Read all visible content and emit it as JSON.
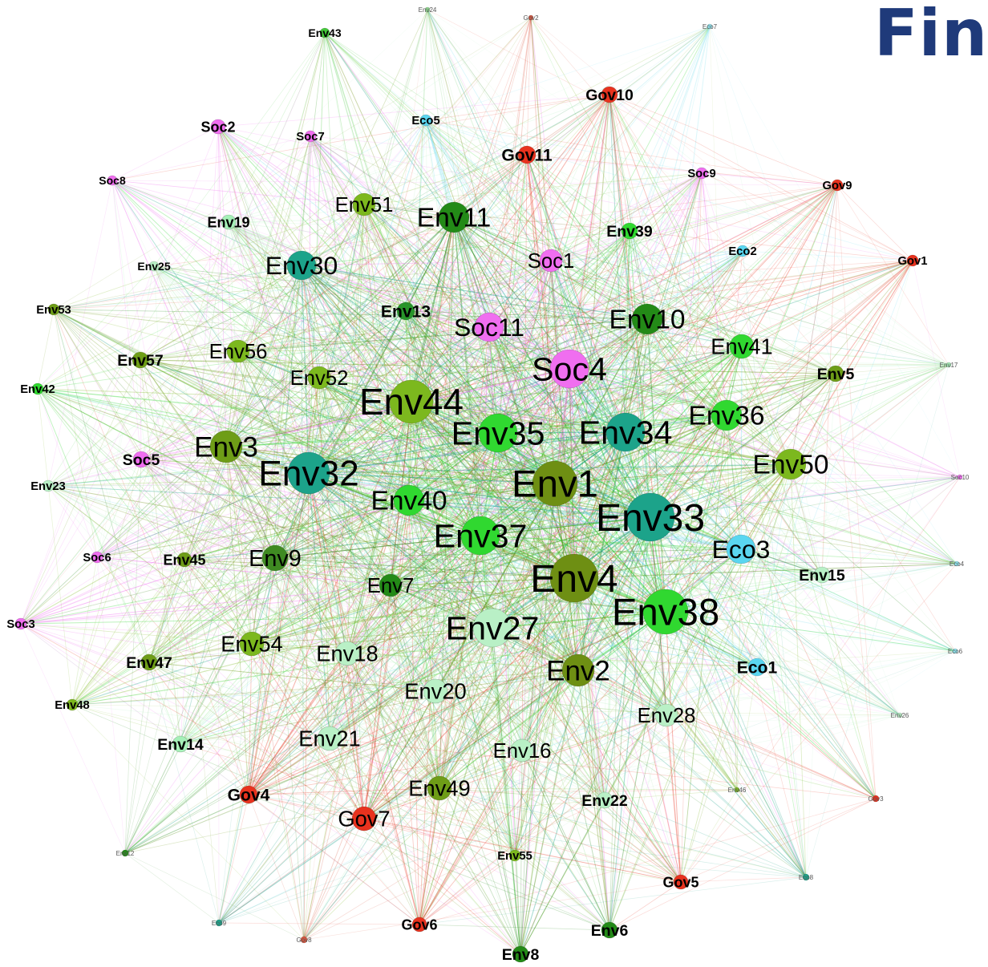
{
  "heading": "Fin",
  "colors": {
    "soc": "#f06ef0",
    "gov": "#e8321e",
    "eco": "#5ad6f0"
  },
  "nodes": [
    {
      "id": "Env43",
      "c": "#44c83a",
      "r": 6
    },
    {
      "id": "Env24",
      "c": "#8fdc8f",
      "r": 3
    },
    {
      "id": "Gov2",
      "c": "#d9553e",
      "r": 3
    },
    {
      "id": "Eco7",
      "c": "#8fe4ef",
      "r": 3
    },
    {
      "id": "Gov10",
      "c": "#e8321e",
      "r": 10
    },
    {
      "id": "Soc2",
      "c": "#f06ef0",
      "r": 9
    },
    {
      "id": "Soc7",
      "c": "#f06ef0",
      "r": 7
    },
    {
      "id": "Eco5",
      "c": "#5ad6f0",
      "r": 7
    },
    {
      "id": "Gov11",
      "c": "#e8321e",
      "r": 11
    },
    {
      "id": "Soc8",
      "c": "#f06ef0",
      "r": 6
    },
    {
      "id": "Soc9",
      "c": "#f06ef0",
      "r": 7
    },
    {
      "id": "Gov9",
      "c": "#e8321e",
      "r": 7
    },
    {
      "id": "Env51",
      "c": "#7cb81e",
      "r": 14
    },
    {
      "id": "Env11",
      "c": "#238a17",
      "r": 19
    },
    {
      "id": "Env19",
      "c": "#a6f0b8",
      "r": 9
    },
    {
      "id": "Env39",
      "c": "#30d830",
      "r": 10
    },
    {
      "id": "Eco2",
      "c": "#5ad6f0",
      "r": 7
    },
    {
      "id": "Gov1",
      "c": "#e8321e",
      "r": 7
    },
    {
      "id": "Env25",
      "c": "#b9f0c6",
      "r": 6
    },
    {
      "id": "Env30",
      "c": "#1ca38a",
      "r": 18
    },
    {
      "id": "Soc1",
      "c": "#f06ef0",
      "r": 14
    },
    {
      "id": "Env53",
      "c": "#6e9d17",
      "r": 7
    },
    {
      "id": "Env13",
      "c": "#27952a",
      "r": 11
    },
    {
      "id": "Soc11",
      "c": "#f06ef0",
      "r": 18
    },
    {
      "id": "Env10",
      "c": "#238a17",
      "r": 19
    },
    {
      "id": "Env57",
      "c": "#6e9d17",
      "r": 10
    },
    {
      "id": "Env56",
      "c": "#7cb81e",
      "r": 14
    },
    {
      "id": "Env41",
      "c": "#30d830",
      "r": 15
    },
    {
      "id": "Soc4",
      "c": "#f06ef0",
      "r": 24
    },
    {
      "id": "Env42",
      "c": "#30d830",
      "r": 7
    },
    {
      "id": "Env52",
      "c": "#7cb81e",
      "r": 14
    },
    {
      "id": "Env5",
      "c": "#6e9d17",
      "r": 10
    },
    {
      "id": "Env17",
      "c": "#a6f0b8",
      "r": 3
    },
    {
      "id": "Env44",
      "c": "#7cb81e",
      "r": 27
    },
    {
      "id": "Env36",
      "c": "#30d830",
      "r": 19
    },
    {
      "id": "Env35",
      "c": "#30d830",
      "r": 24
    },
    {
      "id": "Env34",
      "c": "#1ca38a",
      "r": 24
    },
    {
      "id": "Env3",
      "c": "#6e9d17",
      "r": 20
    },
    {
      "id": "Soc5",
      "c": "#f06ef0",
      "r": 10
    },
    {
      "id": "Env50",
      "c": "#7cb81e",
      "r": 19
    },
    {
      "id": "Env23",
      "c": "#b9f0c6",
      "r": 7
    },
    {
      "id": "Env32",
      "c": "#1ca38a",
      "r": 26
    },
    {
      "id": "Env1",
      "c": "#6e8f13",
      "r": 28
    },
    {
      "id": "Env40",
      "c": "#30d830",
      "r": 19
    },
    {
      "id": "Soc10",
      "c": "#f06ef0",
      "r": 3
    },
    {
      "id": "Env33",
      "c": "#1ca38a",
      "r": 30
    },
    {
      "id": "Env37",
      "c": "#30d830",
      "r": 24
    },
    {
      "id": "Soc6",
      "c": "#f06ef0",
      "r": 7
    },
    {
      "id": "Env45",
      "c": "#6e9d17",
      "r": 9
    },
    {
      "id": "Env9",
      "c": "#3f8a22",
      "r": 16
    },
    {
      "id": "Eco3",
      "c": "#5ad6f0",
      "r": 18
    },
    {
      "id": "Eco4",
      "c": "#8fe4ef",
      "r": 3
    },
    {
      "id": "Env4",
      "c": "#6e8f13",
      "r": 30
    },
    {
      "id": "Env15",
      "c": "#b9f0c6",
      "r": 10
    },
    {
      "id": "Env7",
      "c": "#238a17",
      "r": 14
    },
    {
      "id": "Soc3",
      "c": "#f06ef0",
      "r": 7
    },
    {
      "id": "Env38",
      "c": "#30d830",
      "r": 28
    },
    {
      "id": "Env27",
      "c": "#b9f0c6",
      "r": 24
    },
    {
      "id": "Eco6",
      "c": "#8fe4ef",
      "r": 3
    },
    {
      "id": "Env54",
      "c": "#7cb81e",
      "r": 15
    },
    {
      "id": "Env18",
      "c": "#b9f0c6",
      "r": 15
    },
    {
      "id": "Env47",
      "c": "#6e9d17",
      "r": 10
    },
    {
      "id": "Env2",
      "c": "#6e8f13",
      "r": 20
    },
    {
      "id": "Eco1",
      "c": "#5ad6f0",
      "r": 11
    },
    {
      "id": "Env20",
      "c": "#b9f0c6",
      "r": 15
    },
    {
      "id": "Env48",
      "c": "#7cb81e",
      "r": 7
    },
    {
      "id": "Env26",
      "c": "#b9f0c6",
      "r": 3
    },
    {
      "id": "Env28",
      "c": "#b9f0c6",
      "r": 14
    },
    {
      "id": "Env21",
      "c": "#b9f0c6",
      "r": 15
    },
    {
      "id": "Env14",
      "c": "#a6f0b8",
      "r": 10
    },
    {
      "id": "Env16",
      "c": "#b9f0c6",
      "r": 14
    },
    {
      "id": "Env46",
      "c": "#7cb81e",
      "r": 3
    },
    {
      "id": "Env49",
      "c": "#6e9d17",
      "r": 15
    },
    {
      "id": "Gov4",
      "c": "#e8321e",
      "r": 11
    },
    {
      "id": "Gov3",
      "c": "#e8321e",
      "r": 4
    },
    {
      "id": "Env22",
      "c": "#b9f0c6",
      "r": 10
    },
    {
      "id": "Gov7",
      "c": "#e8321e",
      "r": 15
    },
    {
      "id": "Env12",
      "c": "#238a17",
      "r": 4
    },
    {
      "id": "Env55",
      "c": "#7cb81e",
      "r": 7
    },
    {
      "id": "Eco8",
      "c": "#1ca38a",
      "r": 4
    },
    {
      "id": "Gov5",
      "c": "#e8321e",
      "r": 9
    },
    {
      "id": "Eco9",
      "c": "#1ca38a",
      "r": 4
    },
    {
      "id": "Gov8",
      "c": "#d9553e",
      "r": 4
    },
    {
      "id": "Gov6",
      "c": "#e8321e",
      "r": 9
    },
    {
      "id": "Env6",
      "c": "#238a17",
      "r": 10
    },
    {
      "id": "Env8",
      "c": "#238a17",
      "r": 10
    }
  ]
}
